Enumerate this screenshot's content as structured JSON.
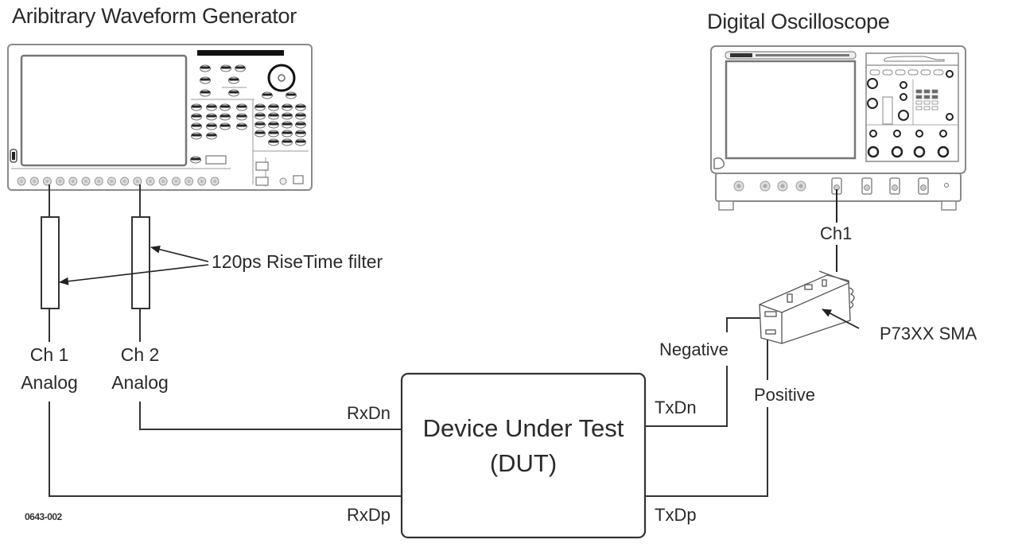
{
  "awg": {
    "title": "Aribitrary Waveform Generator",
    "channels": [
      {
        "name": "Ch 1",
        "type": "Analog"
      },
      {
        "name": "Ch 2",
        "type": "Analog"
      }
    ]
  },
  "filter_label": "120ps RiseTime filter",
  "oscilloscope": {
    "title": "Digital Oscilloscope",
    "input_channel": "Ch1"
  },
  "probe": {
    "label": "P73XX SMA",
    "negative_label": "Negative",
    "positive_label": "Positive"
  },
  "dut": {
    "line1": "Device Under Test",
    "line2": "(DUT)",
    "ports": {
      "rx_n": "RxDn",
      "rx_p": "RxDp",
      "tx_n": "TxDn",
      "tx_p": "TxDp"
    }
  },
  "figure_code": "0643-002",
  "colors": {
    "line": "#333333",
    "panel_stroke": "#8a8a8a",
    "button_fill": "#222222"
  }
}
